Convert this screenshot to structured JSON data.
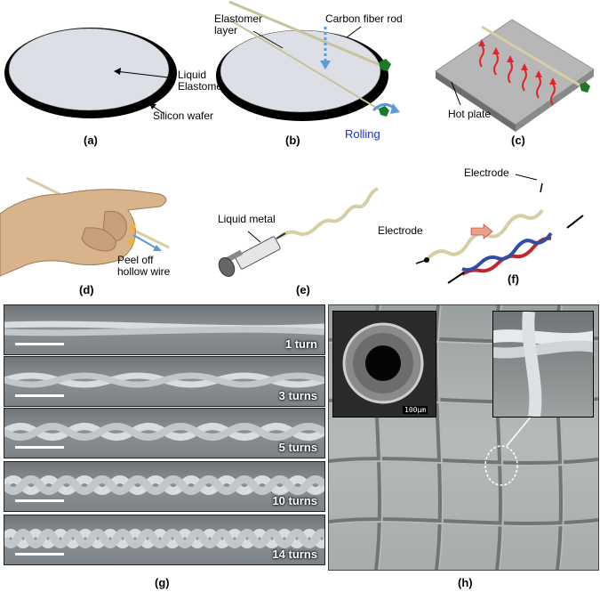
{
  "panel_a": {
    "label_liquid_elastomer": "Liquid\nElastomer",
    "label_silicon_wafer": "Silicon wafer",
    "caption": "(a)"
  },
  "panel_b": {
    "label_elastomer_layer": "Elastomer\nlayer",
    "label_carbon_fiber_rod": "Carbon fiber rod",
    "label_rolling": "Rolling",
    "caption": "(b)"
  },
  "panel_c": {
    "label_hot_plate": "Hot plate",
    "caption": "(c)"
  },
  "panel_d": {
    "label_peel_off": "Peel off\nhollow wire",
    "caption": "(d)"
  },
  "panel_e": {
    "label_liquid_metal": "Liquid metal",
    "caption": "(e)"
  },
  "panel_f": {
    "label_electrode_top": "Electrode",
    "label_electrode_left": "Electrode",
    "caption": "(f)"
  },
  "panel_g": {
    "turns": [
      "1 turn",
      "3 turns",
      "5 turns",
      "10 turns",
      "14 turns"
    ],
    "caption": "(g)"
  },
  "panel_h": {
    "scale_text": "100μm",
    "caption": "(h)"
  },
  "colors": {
    "wafer_fill": "#dcdfe6",
    "wafer_edge": "#000000",
    "arrow_blue": "#5b9bd5",
    "rolling_text": "#1f2fbf",
    "heat_red": "#e3242b",
    "clip_green": "#1b7a2a",
    "rod_tan": "#d6cfa3",
    "wire_red": "#c0262c",
    "wire_blue": "#2d4fa8",
    "hand_skin": "#d9b38c"
  }
}
